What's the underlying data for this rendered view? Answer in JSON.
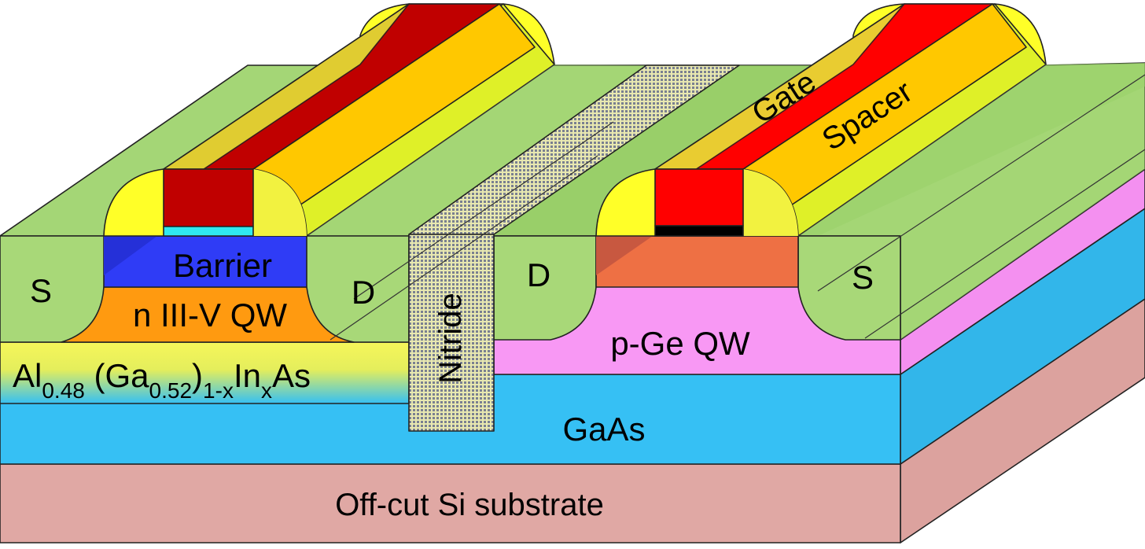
{
  "labels": {
    "substrate": "Off-cut Si substrate",
    "buffer": "GaAs",
    "alloy": {
      "base": "Al",
      "sub1": "0.48",
      "mid1": " (Ga",
      "sub2": "0.52",
      "mid2": ")",
      "sub3": "1-x",
      "mid3": "In",
      "sub4": "x",
      "end": "As"
    },
    "n_qw": "n III-V QW",
    "barrier": "Barrier",
    "nitride": "Nitride",
    "p_qw": "p-Ge QW",
    "source_left": "S",
    "drain_left": "D",
    "drain_right": "D",
    "source_right": "S",
    "gate": "Gate",
    "spacer": "Spacer"
  },
  "colors": {
    "substrate": "#e0a8a4",
    "gaas": "#36c0f4",
    "alloy_top": "#f6f65a",
    "alloy_bottom": "#36c0f4",
    "n_qw": "#ff9a10",
    "barrier": "#2f3cf6",
    "cyan_layer": "#30e8f0",
    "nitride": "#a8a8b8",
    "p_qw": "#f898f4",
    "source_drain": "#a8d878",
    "gate_left": "#c00000",
    "gate_right": "#ff0000",
    "spacer_orange": "#ffc800",
    "spacer_yellow": "#ffff28",
    "ge_gate_region": "#ee7044",
    "gate_oxide_right": "#000000"
  }
}
